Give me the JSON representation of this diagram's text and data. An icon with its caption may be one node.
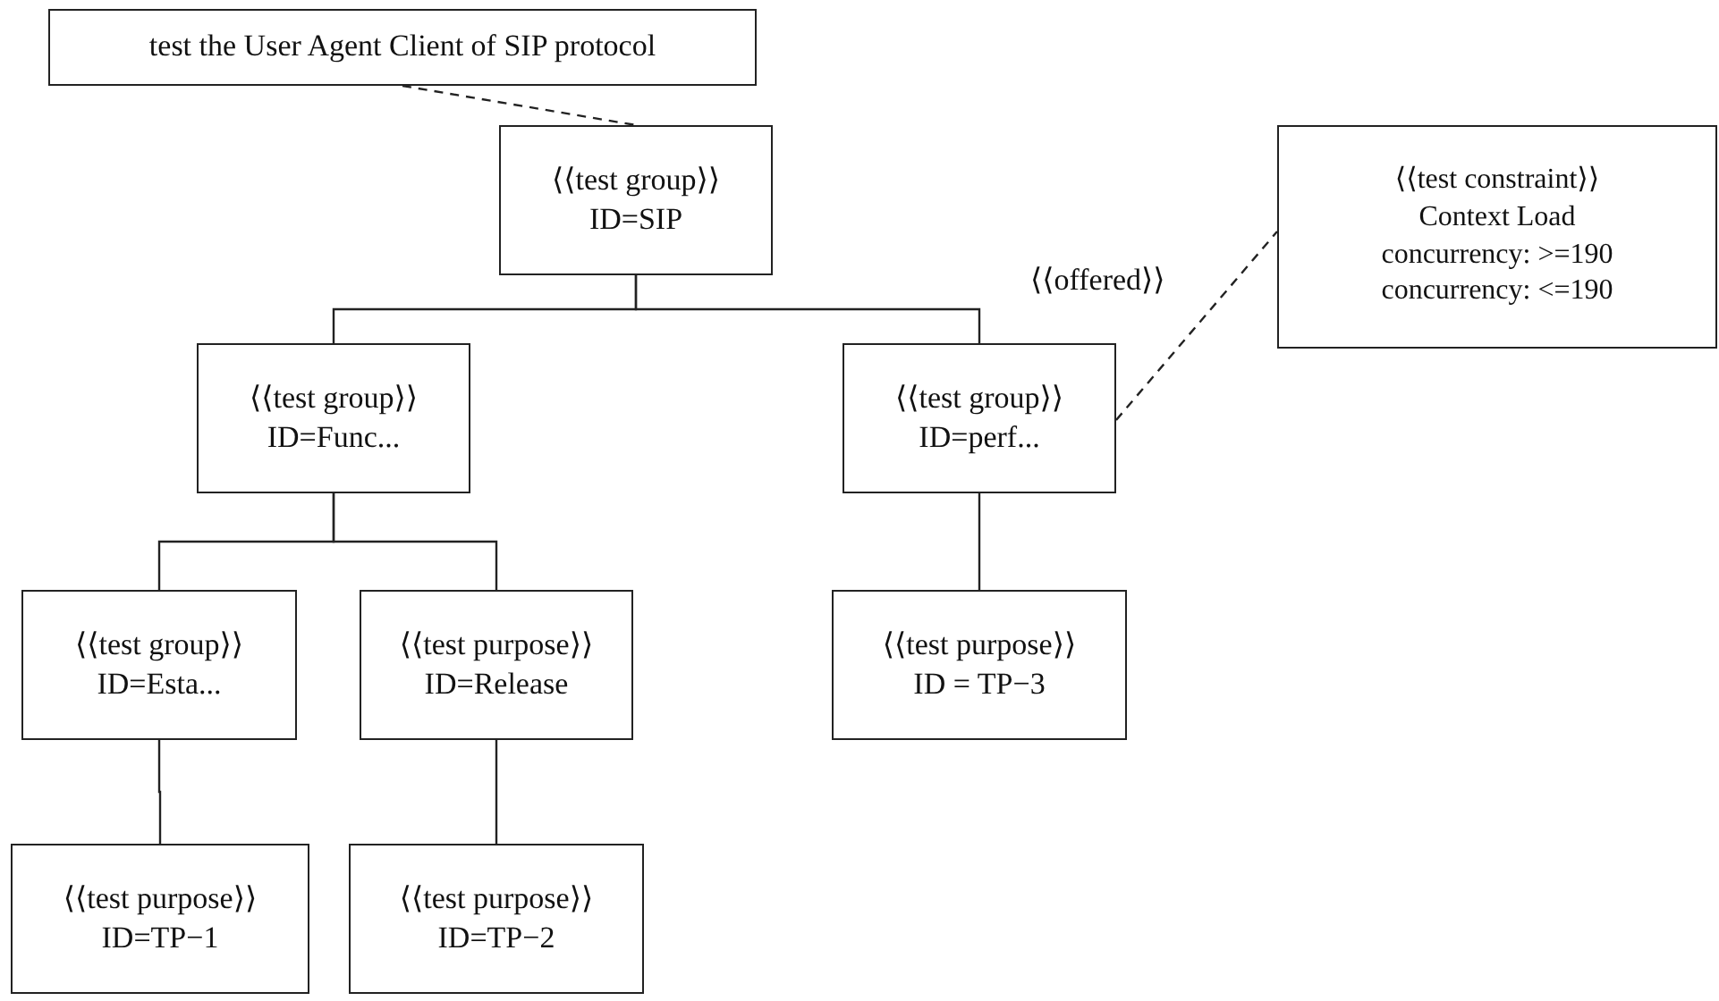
{
  "diagram": {
    "nodes": [
      {
        "text": [
          "test the User Agent Client of SIP protocol"
        ]
      },
      {
        "text": [
          "⟨⟨test group⟩⟩",
          "ID=SIP"
        ]
      },
      {
        "text": [
          "⟨⟨test group⟩⟩",
          "ID=Func..."
        ]
      },
      {
        "text": [
          "⟨⟨test group⟩⟩",
          "ID=perf..."
        ]
      },
      {
        "text": [
          "⟨⟨test constraint⟩⟩",
          "Context Load",
          "concurrency: >=190",
          "concurrency: <=190"
        ]
      },
      {
        "text": [
          "⟨⟨test group⟩⟩",
          "ID=Esta..."
        ]
      },
      {
        "text": [
          "⟨⟨test purpose⟩⟩",
          "ID=Release"
        ]
      },
      {
        "text": [
          "⟨⟨test purpose⟩⟩",
          "ID = TP−3"
        ]
      },
      {
        "text": [
          "⟨⟨test purpose⟩⟩",
          "ID=TP−1"
        ]
      },
      {
        "text": [
          "⟨⟨test purpose⟩⟩",
          "ID=TP−2"
        ]
      }
    ],
    "edges": [
      {
        "from": 0,
        "to": 1,
        "arrow": "none",
        "style": "dashed"
      },
      {
        "from": 1,
        "to": 2,
        "arrow": "none"
      },
      {
        "from": 1,
        "to": 3,
        "arrow": "none"
      },
      {
        "from": 3,
        "to": 4,
        "arrow": "none",
        "style": "dashed",
        "label": "⟨⟨offered⟩⟩"
      },
      {
        "from": 2,
        "to": 5,
        "arrow": "none"
      },
      {
        "from": 2,
        "to": 6,
        "arrow": "none"
      },
      {
        "from": 3,
        "to": 7,
        "arrow": "none"
      },
      {
        "from": 5,
        "to": 8,
        "arrow": "none"
      },
      {
        "from": 6,
        "to": 9,
        "arrow": "none"
      }
    ]
  }
}
